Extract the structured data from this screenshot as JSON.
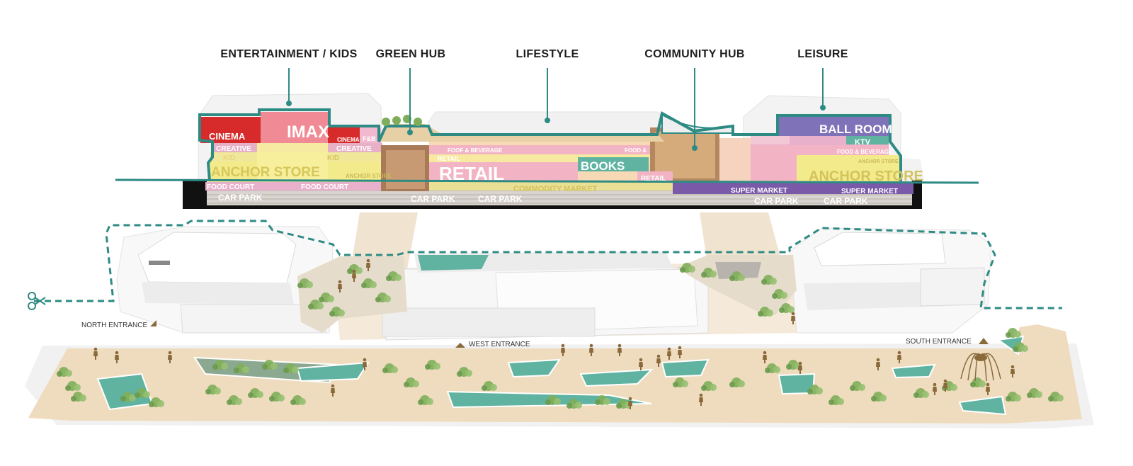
{
  "headers": {
    "entertainment": "ENTERTAINMENT / KIDS",
    "green_hub": "GREEN HUB",
    "lifestyle": "LIFESTYLE",
    "community_hub": "COMMUNITY HUB",
    "leisure": "LEISURE"
  },
  "section_labels": {
    "cinema": "CINEMA",
    "imax": "IMAX",
    "cinema_small": "CINEMA",
    "fb": "F&B",
    "creative_1": "CREATIVE",
    "creative_2": "CREATIVE",
    "kid_1": "KID",
    "kid_2": "KID",
    "anchor_store_left": "ANCHOR STORE",
    "anchor_store_left_small": "ANCHOR STORE",
    "food_court_1": "FOOD COURT",
    "food_court_2": "FOOD COURT",
    "car_park_1": "CAR PARK",
    "car_park_2": "CAR PARK",
    "car_park_3": "CAR PARK",
    "car_park_4": "CAR PARK",
    "car_park_5": "CAR PARK",
    "foof_beverage": "FOOF & BEVERAGE",
    "retail_small": "RETAIL",
    "retail_big": "RETAIL",
    "books": "BOOKS",
    "food_and": "FOOD &",
    "retail_right": "RETAIL",
    "commodity_market": "COMMODITY MARKET",
    "super_market_1": "SUPER MARKET",
    "super_market_2": "SUPER MARKET",
    "ball_room": "BALL ROOM",
    "ktv": "KTV",
    "food_beverage_right": "FOOD & BEVERAGE",
    "anchor_store_right_small": "ANCHOR STORE",
    "anchor_store_right": "ANCHOR STORE"
  },
  "entrances": {
    "north": "NORTH ENTRANCE",
    "west": "WEST ENTRANCE",
    "south": "SOUTH ENTRANCE"
  },
  "colors": {
    "teal": "#2e8b84",
    "cinema_red": "#d72a2a",
    "imax_pink": "#f08a94",
    "yellow": "#f3ea8c",
    "pink": "#f2b4c4",
    "purple": "#7a5aa8",
    "plaza": "#efdcbf",
    "pool": "#5fb3a0",
    "tree": "#7fae5a"
  }
}
